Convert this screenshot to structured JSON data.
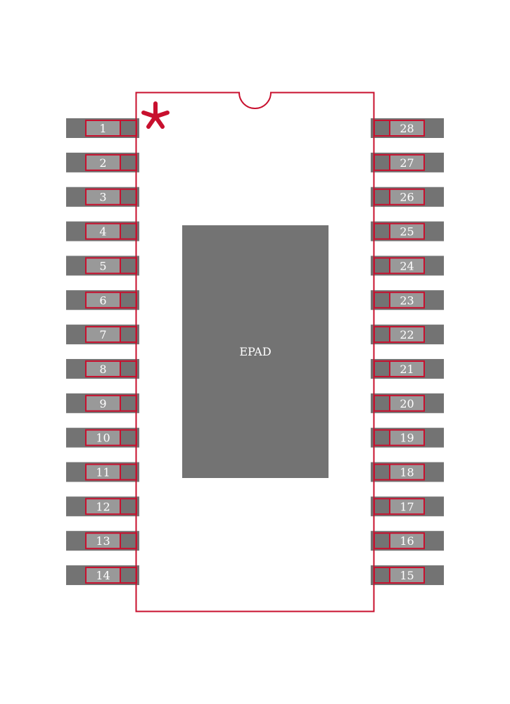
{
  "footprint": {
    "pins_left": [
      "1",
      "2",
      "3",
      "4",
      "5",
      "6",
      "7",
      "8",
      "9",
      "10",
      "11",
      "12",
      "13",
      "14"
    ],
    "pins_right": [
      "28",
      "27",
      "26",
      "25",
      "24",
      "23",
      "22",
      "21",
      "20",
      "19",
      "18",
      "17",
      "16",
      "15"
    ],
    "epad_label": "EPAD",
    "pin1_marker": "*"
  },
  "colors": {
    "pad": "#737373",
    "pad_inner": "#999999",
    "outline": "#c8102e",
    "background": "#ffffff"
  }
}
